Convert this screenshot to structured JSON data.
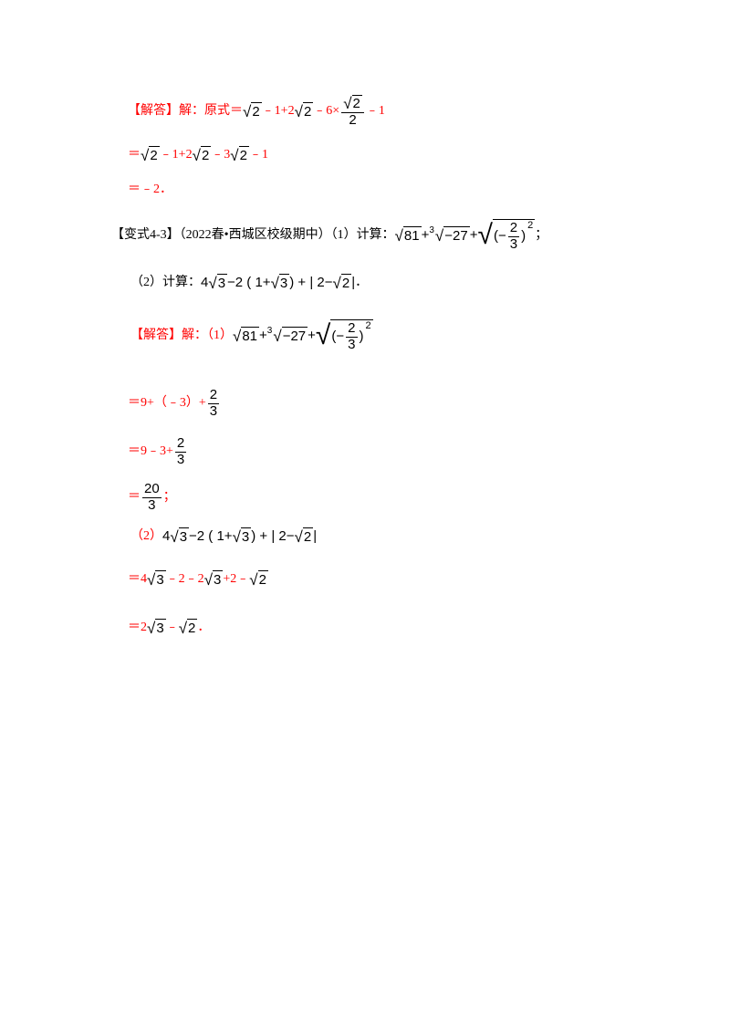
{
  "colors": {
    "answer": "#ff0000",
    "text": "#000000"
  },
  "lines": [
    {
      "segs": [
        {
          "t": "txt",
          "c": "r",
          "v": "【解答】解：原式＝"
        },
        {
          "t": "sqrt",
          "v": [
            {
              "t": "m",
              "v": "2"
            }
          ]
        },
        {
          "t": "txt",
          "c": "r",
          "v": "﹣1+2"
        },
        {
          "t": "sqrt",
          "v": [
            {
              "t": "m",
              "v": "2"
            }
          ]
        },
        {
          "t": "txt",
          "c": "r",
          "v": "﹣6×"
        },
        {
          "t": "frac",
          "n": [
            {
              "t": "sqrt",
              "v": [
                {
                  "t": "m",
                  "v": "2"
                }
              ]
            }
          ],
          "d": "2"
        },
        {
          "t": "txt",
          "c": "r",
          "v": "﹣1"
        }
      ]
    },
    {
      "segs": [
        {
          "t": "txt",
          "c": "r",
          "v": "＝"
        },
        {
          "t": "sqrt",
          "v": [
            {
              "t": "m",
              "v": "2"
            }
          ]
        },
        {
          "t": "txt",
          "c": "r",
          "v": "﹣1+2"
        },
        {
          "t": "sqrt",
          "v": [
            {
              "t": "m",
              "v": "2"
            }
          ]
        },
        {
          "t": "txt",
          "c": "r",
          "v": "﹣3"
        },
        {
          "t": "sqrt",
          "v": [
            {
              "t": "m",
              "v": "2"
            }
          ]
        },
        {
          "t": "txt",
          "c": "r",
          "v": "﹣1"
        }
      ]
    },
    {
      "segs": [
        {
          "t": "txt",
          "c": "r",
          "v": "＝﹣2．"
        }
      ]
    },
    {
      "segs": [
        {
          "t": "txt",
          "c": "b",
          "v": "【变式4-3】（2022春•西城区校级期中）（1）计算："
        },
        {
          "t": "sqrt",
          "v": [
            {
              "t": "m",
              "v": "81"
            }
          ]
        },
        {
          "t": "m",
          "v": "+"
        },
        {
          "t": "sqrt",
          "idx": "3",
          "v": [
            {
              "t": "m",
              "v": "−27"
            }
          ]
        },
        {
          "t": "m",
          "v": "+"
        },
        {
          "t": "sqrt",
          "tall": true,
          "v": [
            {
              "t": "m",
              "v": "(−"
            },
            {
              "t": "frac",
              "n": [
                {
                  "t": "m",
                  "v": "2"
                }
              ],
              "d": "3"
            },
            {
              "t": "m",
              "v": ")"
            },
            {
              "t": "sup",
              "v": "2"
            }
          ]
        },
        {
          "t": "txt",
          "c": "b",
          "v": "；"
        }
      ]
    },
    {
      "segs": [
        {
          "t": "txt",
          "c": "b",
          "v": "（2）计算："
        },
        {
          "t": "m",
          "v": "4"
        },
        {
          "t": "sqrt",
          "v": [
            {
              "t": "m",
              "v": "3"
            }
          ]
        },
        {
          "t": "m",
          "v": "−2 ( 1+"
        },
        {
          "t": "sqrt",
          "v": [
            {
              "t": "m",
              "v": "3"
            }
          ]
        },
        {
          "t": "m",
          "v": ") + | 2−"
        },
        {
          "t": "sqrt",
          "v": [
            {
              "t": "m",
              "v": "2"
            }
          ]
        },
        {
          "t": "m",
          "v": "|"
        },
        {
          "t": "txt",
          "c": "b",
          "v": "．"
        }
      ]
    },
    {
      "segs": [
        {
          "t": "txt",
          "c": "r",
          "v": "【解答】解：（1）"
        },
        {
          "t": "sqrt",
          "v": [
            {
              "t": "m",
              "v": "81"
            }
          ]
        },
        {
          "t": "m",
          "v": "+"
        },
        {
          "t": "sqrt",
          "idx": "3",
          "v": [
            {
              "t": "m",
              "v": "−27"
            }
          ]
        },
        {
          "t": "m",
          "v": "+"
        },
        {
          "t": "sqrt",
          "tall": true,
          "v": [
            {
              "t": "m",
              "v": "(−"
            },
            {
              "t": "frac",
              "n": [
                {
                  "t": "m",
                  "v": "2"
                }
              ],
              "d": "3"
            },
            {
              "t": "m",
              "v": ")"
            },
            {
              "t": "sup",
              "v": "2"
            }
          ]
        }
      ]
    },
    {
      "segs": [
        {
          "t": "txt",
          "c": "r",
          "v": "＝9+（﹣3）+"
        },
        {
          "t": "frac",
          "n": [
            {
              "t": "m",
              "v": "2"
            }
          ],
          "d": "3"
        }
      ]
    },
    {
      "segs": [
        {
          "t": "txt",
          "c": "r",
          "v": "＝9﹣3+"
        },
        {
          "t": "frac",
          "n": [
            {
              "t": "m",
              "v": "2"
            }
          ],
          "d": "3"
        }
      ]
    },
    {
      "segs": [
        {
          "t": "txt",
          "c": "r",
          "v": "＝"
        },
        {
          "t": "frac",
          "n": [
            {
              "t": "m",
              "v": "20"
            }
          ],
          "d": "3"
        },
        {
          "t": "txt",
          "c": "r",
          "v": "；"
        }
      ]
    },
    {
      "segs": [
        {
          "t": "txt",
          "c": "r",
          "v": "（2）"
        },
        {
          "t": "m",
          "v": "4"
        },
        {
          "t": "sqrt",
          "v": [
            {
              "t": "m",
              "v": "3"
            }
          ]
        },
        {
          "t": "m",
          "v": "−2 ( 1+"
        },
        {
          "t": "sqrt",
          "v": [
            {
              "t": "m",
              "v": "3"
            }
          ]
        },
        {
          "t": "m",
          "v": ") + | 2−"
        },
        {
          "t": "sqrt",
          "v": [
            {
              "t": "m",
              "v": "2"
            }
          ]
        },
        {
          "t": "m",
          "v": "|"
        }
      ]
    },
    {
      "segs": [
        {
          "t": "txt",
          "c": "r",
          "v": "＝4"
        },
        {
          "t": "sqrt",
          "v": [
            {
              "t": "m",
              "v": "3"
            }
          ]
        },
        {
          "t": "txt",
          "c": "r",
          "v": "﹣2﹣2"
        },
        {
          "t": "sqrt",
          "v": [
            {
              "t": "m",
              "v": "3"
            }
          ]
        },
        {
          "t": "txt",
          "c": "r",
          "v": "+2﹣"
        },
        {
          "t": "sqrt",
          "v": [
            {
              "t": "m",
              "v": "2"
            }
          ]
        }
      ]
    },
    {
      "segs": [
        {
          "t": "txt",
          "c": "r",
          "v": "＝2"
        },
        {
          "t": "sqrt",
          "v": [
            {
              "t": "m",
              "v": "3"
            }
          ]
        },
        {
          "t": "txt",
          "c": "r",
          "v": "﹣"
        },
        {
          "t": "sqrt",
          "v": [
            {
              "t": "m",
              "v": "2"
            }
          ]
        },
        {
          "t": "txt",
          "c": "r",
          "v": "．"
        }
      ]
    }
  ]
}
